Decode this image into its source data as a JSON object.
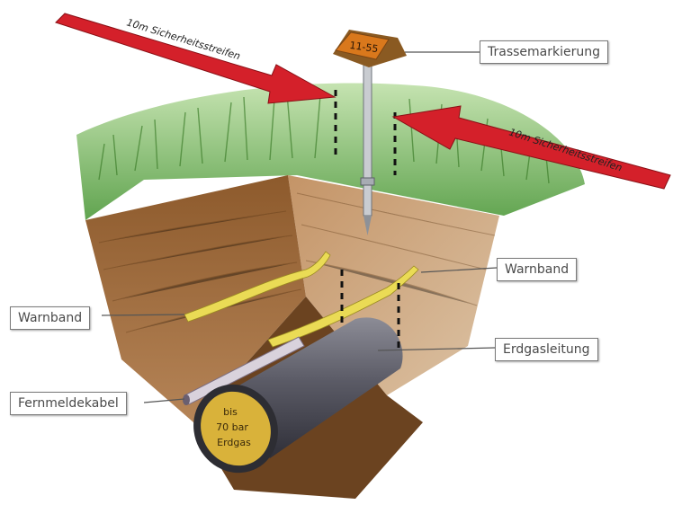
{
  "labels": {
    "trassenmarkierung": "Trassemarkierung",
    "warnband_right": "Warnband",
    "warnband_left": "Warnband",
    "erdgasleitung": "Erdgasleitung",
    "fernmeldekabel": "Fernmeldekabel"
  },
  "arrows": {
    "left_text": "10m Sicherheitsstreifen",
    "right_text": "10m Sicherheitsstreifen"
  },
  "marker_sign": "11-55",
  "pipe_end_lines": [
    "bis",
    "70 bar",
    "Erdgas"
  ],
  "colors": {
    "arrow_red": "#d4202a",
    "grass": "#6fae4c",
    "soil": "#9a6a3c",
    "pipe": "#5c5c6a",
    "pipe_end": "#d9b23a",
    "tape": "#e8d64a",
    "sign": "#d7761f"
  }
}
